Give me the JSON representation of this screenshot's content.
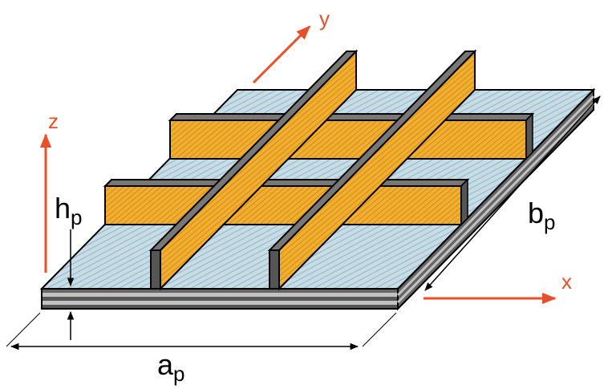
{
  "axes": {
    "x": "x",
    "y": "y",
    "z": "z",
    "color": "#e8502a"
  },
  "dimensions": {
    "a": {
      "base": "a",
      "sub": "p"
    },
    "b": {
      "base": "b",
      "sub": "p"
    },
    "h": {
      "base": "h",
      "sub": "p"
    }
  },
  "colors": {
    "skin_top": "#c6dde8",
    "stiffener_face": "#f2ae2e",
    "stiffener_top": "#777777",
    "laminate_dark": "#555555",
    "laminate_light": "#b5b5b5"
  }
}
